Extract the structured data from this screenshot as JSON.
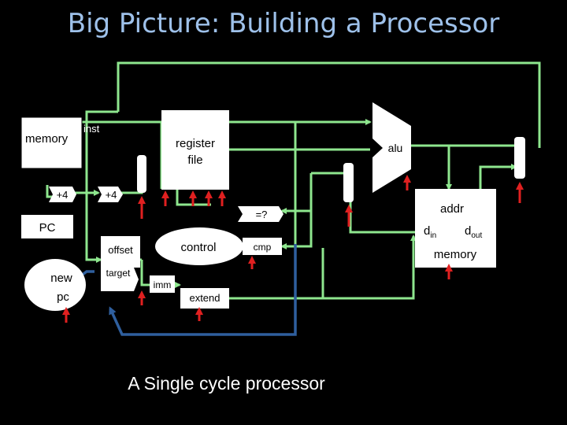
{
  "title": "Big Picture:  Building a Processor",
  "caption": "A Single cycle processor",
  "labels": {
    "memory_left": "memory",
    "inst": "inst",
    "register_file_line1": "register",
    "register_file_line2": "file",
    "alu": "alu",
    "plus4_a": "+4",
    "plus4_b": "+4",
    "eq": "=?",
    "pc": "PC",
    "offset": "offset",
    "control": "control",
    "cmp": "cmp",
    "new": "new",
    "pc_lower": "pc",
    "target": "target",
    "imm": "imm",
    "extend": "extend",
    "addr": "addr",
    "din": "d",
    "din_sub": "in",
    "dout": "d",
    "dout_sub": "out",
    "memory_right": "memory"
  },
  "colors": {
    "title": "#9ec1ea",
    "wire_green": "#8ee68e",
    "wire_blue": "#2f5f9e",
    "arrow_red": "#e02020",
    "box_fill": "#ffffff",
    "text": "#ffffff"
  }
}
